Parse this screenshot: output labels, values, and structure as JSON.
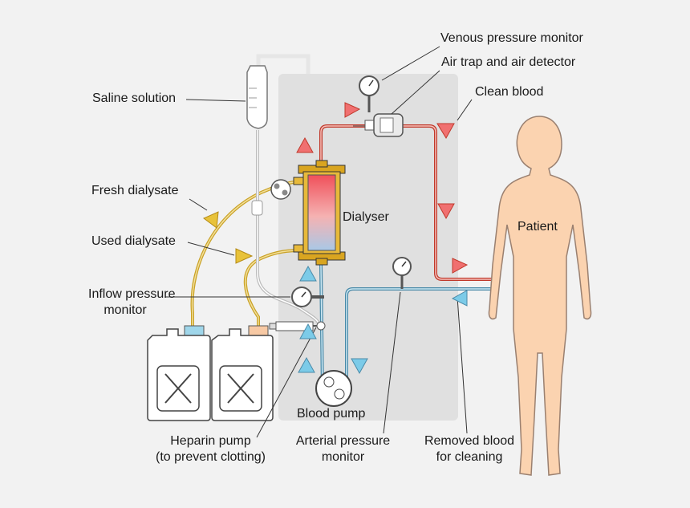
{
  "labels": {
    "venous_monitor": "Venous pressure monitor",
    "air_trap": "Air trap and air detector",
    "clean_blood": "Clean blood",
    "saline": "Saline solution",
    "fresh_dialysate": "Fresh dialysate",
    "used_dialysate": "Used dialysate",
    "inflow_monitor": [
      "Inflow pressure",
      "monitor"
    ],
    "dialyser": "Dialyser",
    "patient": "Patient",
    "blood_pump": "Blood pump",
    "heparin_pump": [
      "Heparin pump",
      "(to prevent clotting)"
    ],
    "arterial_monitor": [
      "Arterial pressure",
      "monitor"
    ],
    "removed_blood": [
      "Removed blood",
      "for cleaning"
    ]
  },
  "colors": {
    "background": "#f2f2f2",
    "machine_panel": "#e0e0e0",
    "clean_blood_line": "#c0392b",
    "clean_blood_arrow": "#f07070",
    "removed_blood_line": "#4a8aa8",
    "removed_blood_arrow": "#7ccbe8",
    "dialysate_line": "#c9a227",
    "dialysate_arrow": "#e8c23a",
    "patient_skin": "#fbd3b0",
    "patient_outline": "#9a8070",
    "dialyser_frame": "#d9a520",
    "outline": "#333333"
  },
  "icons": {
    "gauge": "pressure-gauge-icon",
    "flow_arrow": "flow-arrow-icon",
    "canister": "dialysate-canister-icon",
    "saline_bag": "saline-bag-icon",
    "syringe": "syringe-icon"
  }
}
